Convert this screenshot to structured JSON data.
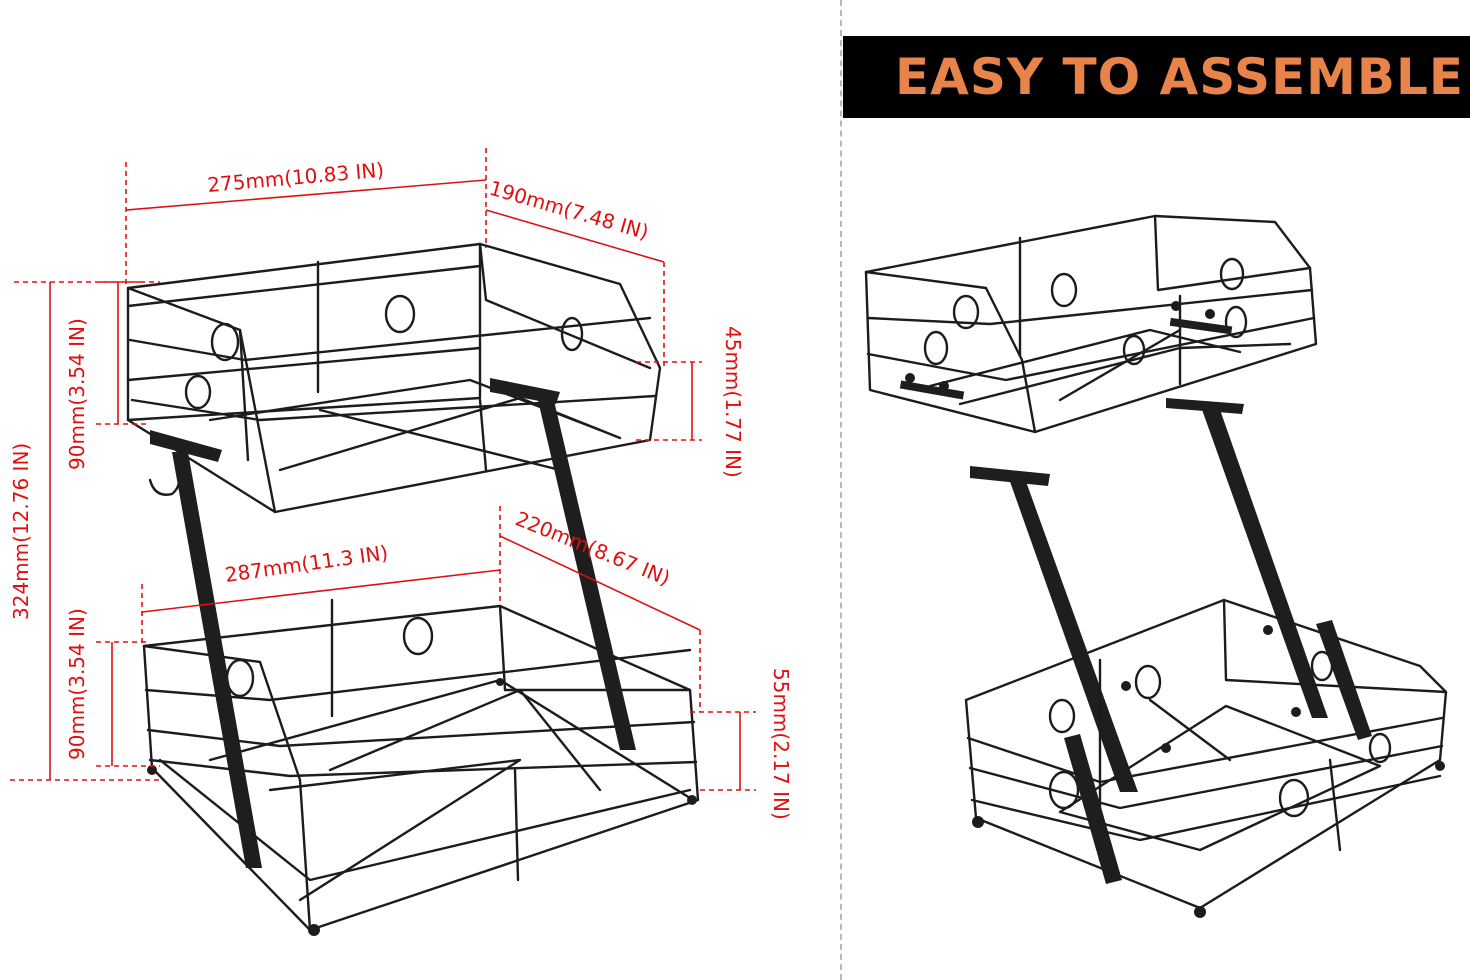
{
  "banner": {
    "title": "EASY TO ASSEMBLE"
  },
  "dimensions": {
    "top_width": "275mm(10.83 IN)",
    "top_depth": "190mm(7.48 IN)",
    "top_height": "90mm(3.54 IN)",
    "top_front_height": "45mm(1.77 IN)",
    "total_height": "324mm(12.76 IN)",
    "bottom_width": "287mm(11.3 IN)",
    "bottom_depth": "220mm(8.67 IN)",
    "bottom_height": "90mm(3.54 IN)",
    "bottom_front_height": "55mm(2.17 IN)"
  },
  "colors": {
    "dimension_red": "#e01010",
    "banner_orange": "#e8844a",
    "banner_bg": "#000000"
  }
}
